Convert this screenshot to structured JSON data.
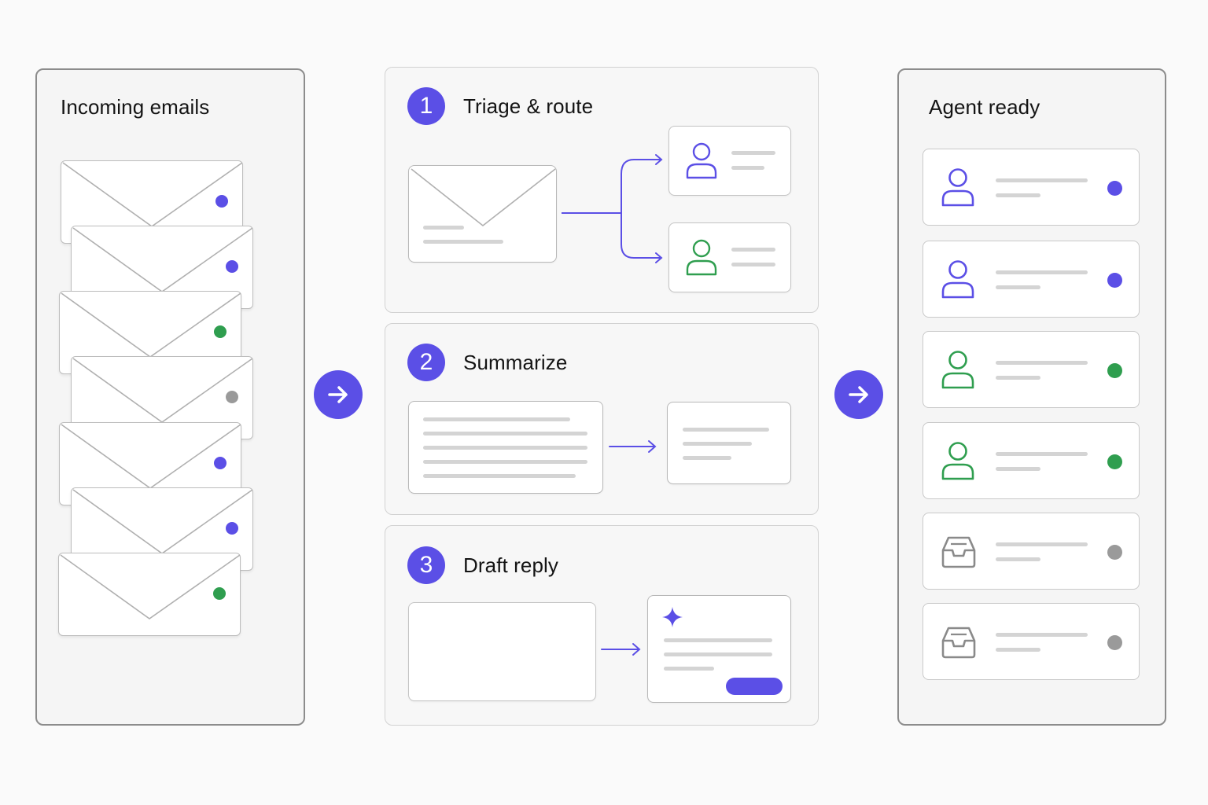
{
  "incoming": {
    "title": "Incoming emails",
    "emails": [
      {
        "status": "purple"
      },
      {
        "status": "purple"
      },
      {
        "status": "green"
      },
      {
        "status": "gray"
      },
      {
        "status": "purple"
      },
      {
        "status": "purple"
      },
      {
        "status": "green"
      }
    ]
  },
  "steps": [
    {
      "number": "1",
      "title": "Triage & route"
    },
    {
      "number": "2",
      "title": "Summarize"
    },
    {
      "number": "3",
      "title": "Draft reply"
    }
  ],
  "agent": {
    "title": "Agent ready",
    "items": [
      {
        "icon": "person-icon",
        "status": "purple"
      },
      {
        "icon": "person-icon",
        "status": "purple"
      },
      {
        "icon": "person-icon",
        "status": "green"
      },
      {
        "icon": "person-icon",
        "status": "green"
      },
      {
        "icon": "inbox-icon",
        "status": "gray"
      },
      {
        "icon": "inbox-icon",
        "status": "gray"
      }
    ]
  },
  "colors": {
    "accent": "#5b4fe6",
    "purple": "#5b4fe6",
    "green": "#2f9e4f",
    "gray": "#9a9a9a",
    "skeleton": "#d4d4d4"
  }
}
